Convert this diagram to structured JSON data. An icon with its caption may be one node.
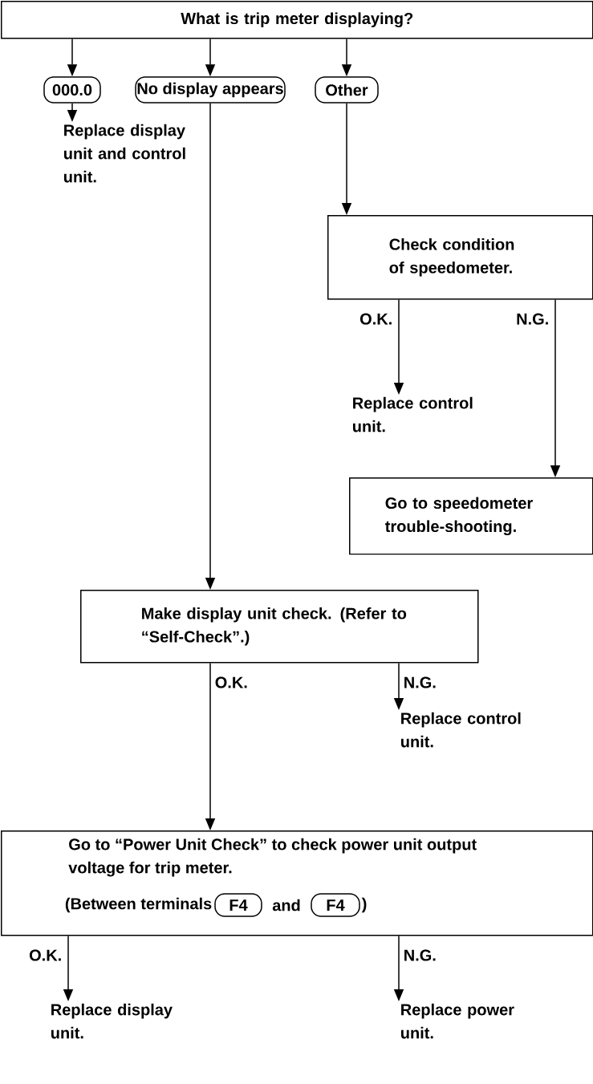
{
  "diagram": {
    "nodes": [
      {
        "text": [
          "What is trip meter displaying?"
        ]
      },
      {
        "text": [
          "000.0"
        ]
      },
      {
        "text": [
          "No display appears"
        ]
      },
      {
        "text": [
          "Other"
        ]
      },
      {
        "text": [
          "Replace display unit and control unit."
        ]
      },
      {
        "text": [
          "Check condition of speedometer."
        ]
      },
      {
        "text": [
          "Replace control unit."
        ]
      },
      {
        "text": [
          "Go to speedometer trouble-shooting."
        ]
      },
      {
        "text": [
          "Make display unit check. (Refer to “Self-Check”.)"
        ]
      },
      {
        "text": [
          "Replace control unit."
        ]
      },
      {
        "text": [
          "Go to “Power Unit Check” to check power unit output voltage for trip meter.",
          "(Between terminals",
          "and",
          ")"
        ]
      },
      {
        "text": [
          "F4"
        ],
        "in": 10
      },
      {
        "text": [
          "F4"
        ],
        "in": 10
      },
      {
        "text": [
          "Replace display unit."
        ]
      },
      {
        "text": [
          "Replace power unit."
        ]
      }
    ],
    "edges": [
      {
        "from": 0,
        "to": 1,
        "arrow": "to"
      },
      {
        "from": 0,
        "to": 2,
        "arrow": "to"
      },
      {
        "from": 0,
        "to": 3,
        "arrow": "to"
      },
      {
        "from": 1,
        "to": 4,
        "arrow": "to"
      },
      {
        "from": 3,
        "to": 5,
        "arrow": "to"
      },
      {
        "from": 5,
        "to": 6,
        "arrow": "to",
        "label": "O.K."
      },
      {
        "from": 5,
        "to": 7,
        "arrow": "to",
        "label": "N.G."
      },
      {
        "from": 2,
        "to": 8,
        "arrow": "to"
      },
      {
        "from": 8,
        "to": 10,
        "arrow": "to",
        "label": "O.K."
      },
      {
        "from": 8,
        "to": 9,
        "arrow": "to",
        "label": "N.G."
      },
      {
        "from": 10,
        "to": 13,
        "arrow": "to",
        "label": "O.K."
      },
      {
        "from": 10,
        "to": 14,
        "arrow": "to",
        "label": "N.G."
      }
    ]
  }
}
